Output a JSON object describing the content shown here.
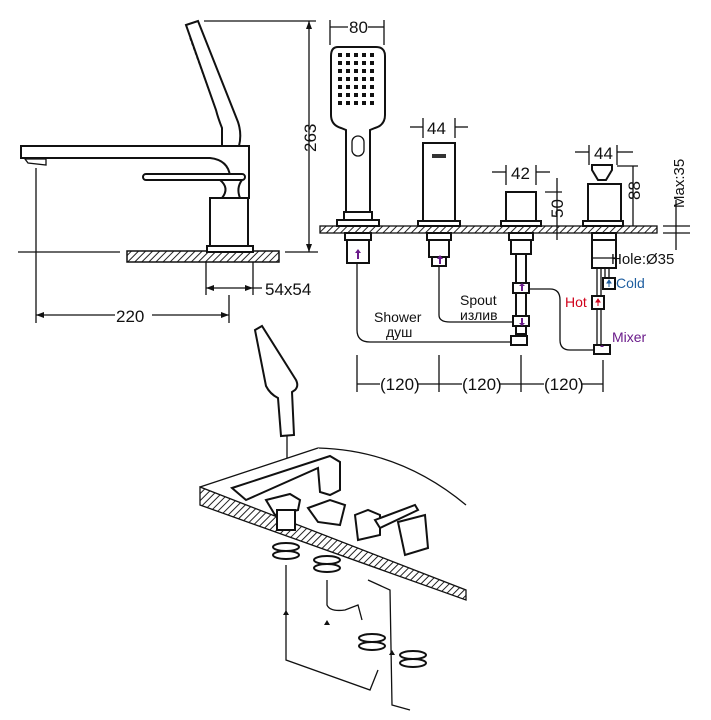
{
  "side_view": {
    "height_label": "263",
    "base_label": "54x54",
    "reach_label": "220"
  },
  "front_view": {
    "handshower_width": "80",
    "spout_width": "44",
    "diverter_width": "42",
    "diverter_height": "50",
    "mixer_width": "44",
    "mixer_height": "88",
    "deck_max": "Max:35",
    "hole": "Hole:Ø35",
    "spacing": [
      "(120)",
      "(120)",
      "(120)"
    ],
    "labels": {
      "shower_en": "Shower",
      "shower_ru": "душ",
      "spout_en": "Spout",
      "spout_ru": "излив",
      "hot": "Hot",
      "cold": "Cold",
      "mixer": "Mixer"
    }
  },
  "colors": {
    "hot": "#d0021b",
    "cold": "#1f5fa0",
    "mixer": "#6a1b8a",
    "line": "#111111"
  }
}
